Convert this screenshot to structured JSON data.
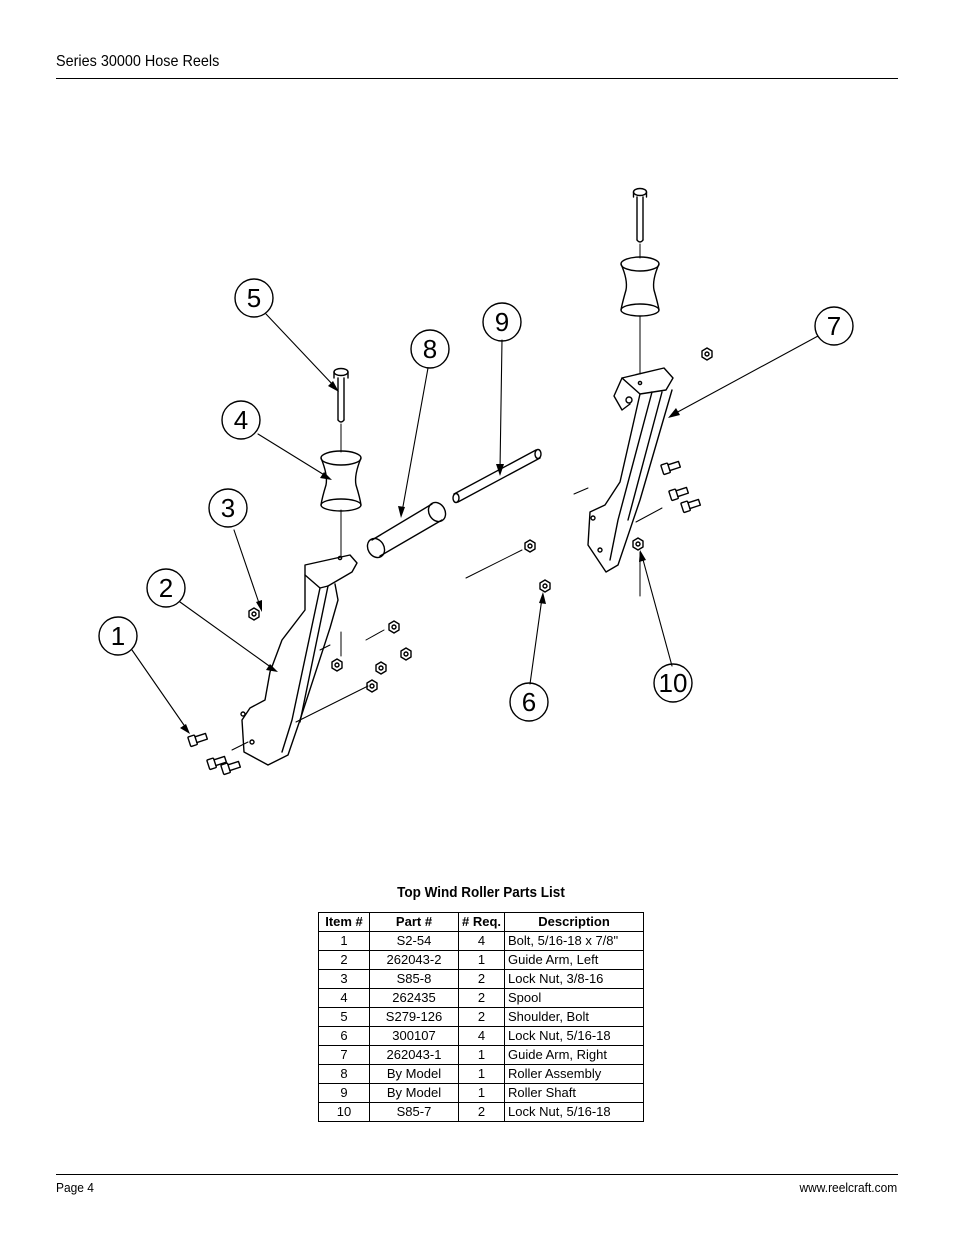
{
  "header": {
    "title": "Series 30000 Hose Reels"
  },
  "diagram": {
    "callouts": [
      "1",
      "2",
      "3",
      "4",
      "5",
      "6",
      "7",
      "8",
      "9",
      "10"
    ]
  },
  "parts_list": {
    "title": "Top Wind Roller Parts List",
    "columns": [
      "Item #",
      "Part #",
      "# Req.",
      "Description"
    ],
    "rows": [
      {
        "item": "1",
        "part": "S2-54",
        "req": "4",
        "desc": "Bolt, 5/16-18 x 7/8\""
      },
      {
        "item": "2",
        "part": "262043-2",
        "req": "1",
        "desc": "Guide Arm, Left"
      },
      {
        "item": "3",
        "part": "S85-8",
        "req": "2",
        "desc": "Lock Nut, 3/8-16"
      },
      {
        "item": "4",
        "part": "262435",
        "req": "2",
        "desc": "Spool"
      },
      {
        "item": "5",
        "part": "S279-126",
        "req": "2",
        "desc": "Shoulder, Bolt"
      },
      {
        "item": "6",
        "part": "300107",
        "req": "4",
        "desc": "Lock Nut, 5/16-18"
      },
      {
        "item": "7",
        "part": "262043-1",
        "req": "1",
        "desc": "Guide Arm, Right"
      },
      {
        "item": "8",
        "part": "By Model",
        "req": "1",
        "desc": "Roller Assembly"
      },
      {
        "item": "9",
        "part": "By Model",
        "req": "1",
        "desc": "Roller Shaft"
      },
      {
        "item": "10",
        "part": "S85-7",
        "req": "2",
        "desc": "Lock Nut, 5/16-18"
      }
    ]
  },
  "footer": {
    "page": "Page 4",
    "website": "www.reelcraft.com"
  }
}
